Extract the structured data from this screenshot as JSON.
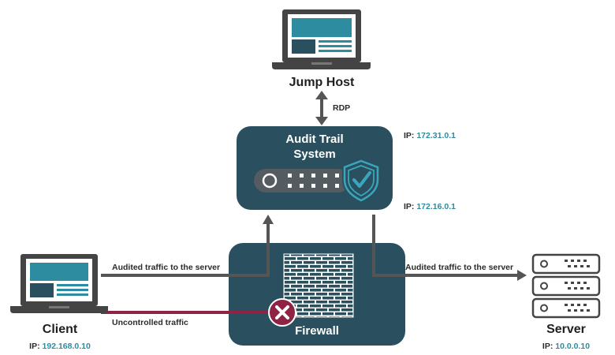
{
  "nodes": {
    "jump_host": {
      "label": "Jump Host"
    },
    "audit": {
      "label_line1": "Audit Trail",
      "label_line2": "System"
    },
    "firewall": {
      "label": "Firewall"
    },
    "client": {
      "label": "Client",
      "ip_prefix": "IP:",
      "ip": "192.168.0.10"
    },
    "server": {
      "label": "Server",
      "ip_prefix": "IP:",
      "ip": "10.0.0.10"
    }
  },
  "links": {
    "rdp": "RDP",
    "client_to_audit": "Audited traffic to the server",
    "audit_to_server": "Audited traffic to the server",
    "uncontrolled": "Uncontrolled traffic"
  },
  "audit_ips": {
    "top_prefix": "IP:",
    "top": "172.31.0.1",
    "bottom_prefix": "IP:",
    "bottom": "172.16.0.1"
  },
  "colors": {
    "dark_teal": "#2a4f5e",
    "accent_teal": "#2e8ca0",
    "gray_line": "#555555",
    "blocked_red": "#8e2344"
  },
  "icons": [
    "laptop-icon",
    "shield-check-icon",
    "server-rack-icon",
    "brick-wall-icon",
    "blocked-x-icon"
  ]
}
